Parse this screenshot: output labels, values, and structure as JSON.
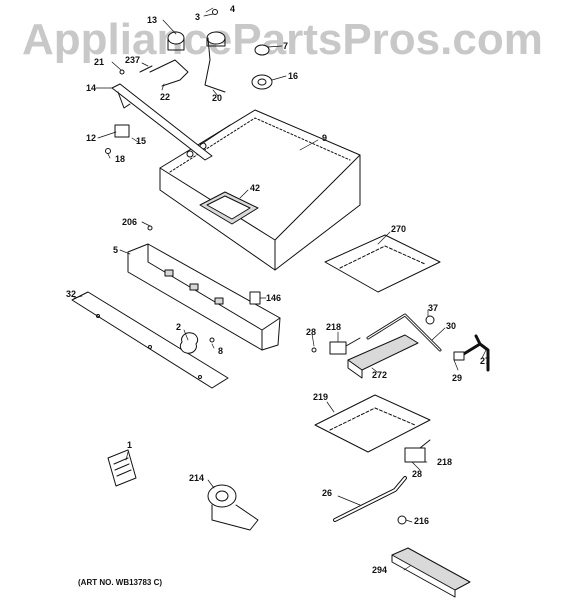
{
  "watermark": "AppliancePartsPros.com",
  "art_number": "(ART NO. WB13783 C)",
  "callouts": {
    "c1": "1",
    "c2": "2",
    "c3": "3",
    "c4": "4",
    "c5": "5",
    "c7": "7",
    "c8": "8",
    "c9": "9",
    "c12": "12",
    "c13": "13",
    "c14": "14",
    "c15": "15",
    "c16": "16",
    "c18": "18",
    "c20": "20",
    "c21": "21",
    "c22": "22",
    "c26": "26",
    "c27": "27",
    "c28a": "28",
    "c28b": "28",
    "c29": "29",
    "c30": "30",
    "c32": "32",
    "c37": "37",
    "c42": "42",
    "c146": "146",
    "c206": "206",
    "c214": "214",
    "c216": "216",
    "c218a": "218",
    "c218b": "218",
    "c219": "219",
    "c237": "237",
    "c270": "270",
    "c272": "272",
    "c294": "294"
  },
  "colors": {
    "ink": "#111111",
    "watermark": "#c8c8c8",
    "shade": "#d9d9d9"
  }
}
